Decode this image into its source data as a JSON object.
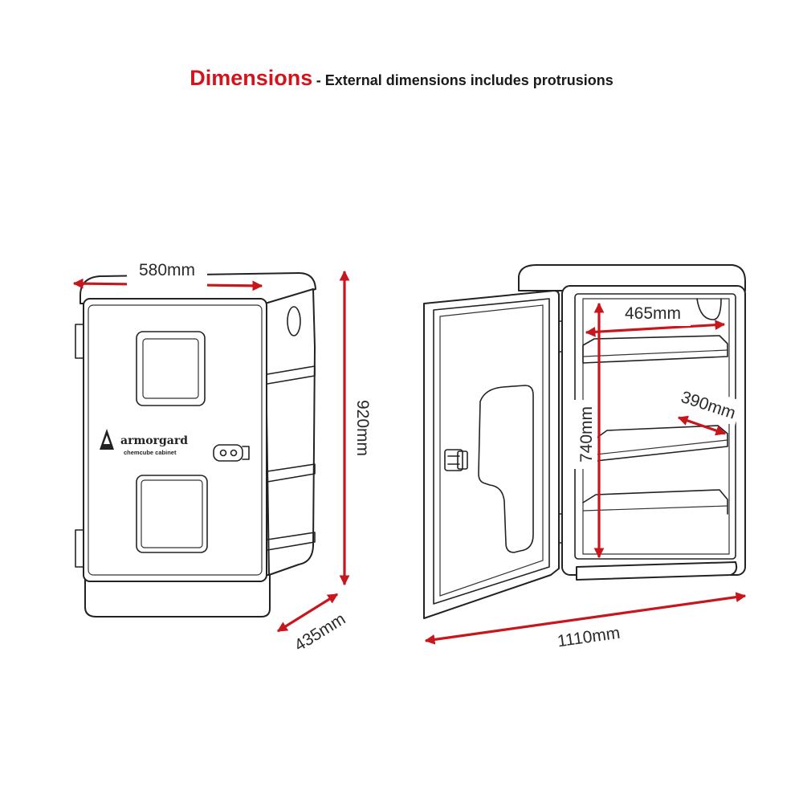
{
  "header": {
    "title": "Dimensions",
    "subtitle": "- External dimensions includes protrusions"
  },
  "closed_view": {
    "width_label": "580mm",
    "height_label": "920mm",
    "depth_label": "435mm",
    "brand_name": "armorgard",
    "brand_product": "chemcube cabinet"
  },
  "open_view": {
    "interior_width_label": "465mm",
    "interior_depth_label": "390mm",
    "interior_height_label": "740mm",
    "overall_width_label": "1110mm"
  },
  "colors": {
    "accent": "#d3141c",
    "outline": "#222222"
  }
}
